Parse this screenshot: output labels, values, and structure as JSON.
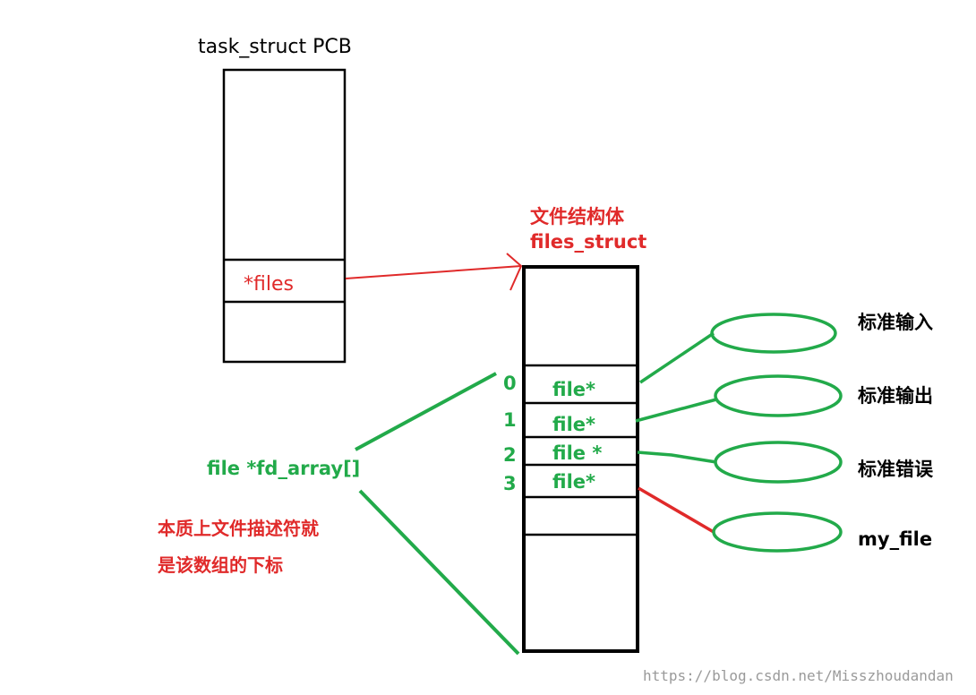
{
  "pcb": {
    "title": "task_struct  PCB",
    "files_field": "*files"
  },
  "files_struct": {
    "title_cn": "文件结构体",
    "title_en": "files_struct",
    "indices": [
      "0",
      "1",
      "2",
      "3"
    ],
    "file_pointers": [
      "file*",
      "file*",
      "file *",
      "file*"
    ]
  },
  "fd_array": {
    "label": "file *fd_array[]",
    "note_line1": "本质上文件描述符就",
    "note_line2": "是该数组的下标"
  },
  "targets": [
    "标准输入",
    "标准输出",
    "标准错误",
    "my_file"
  ],
  "watermark": "https://blog.csdn.net/Misszhoudandan",
  "colors": {
    "red": "#e02a2a",
    "green": "#22aa4a",
    "black": "#000000"
  }
}
